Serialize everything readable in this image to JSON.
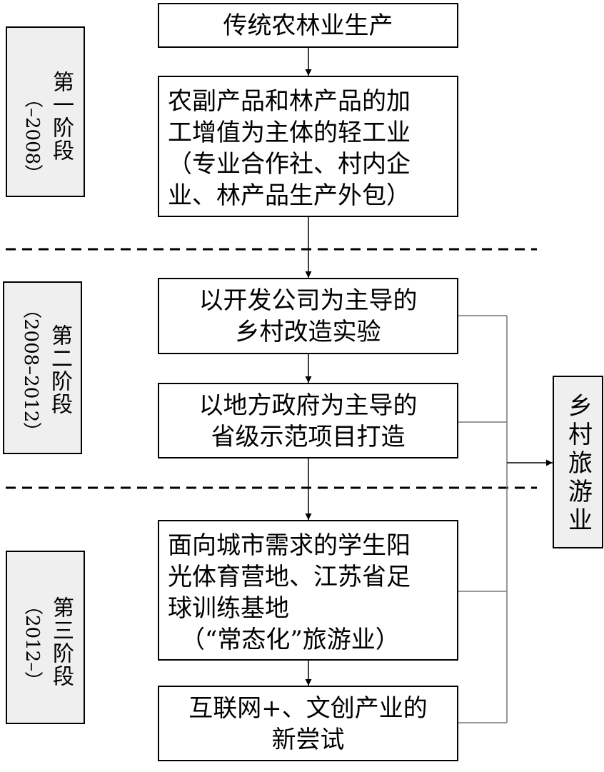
{
  "stages": [
    {
      "title": "第一阶段",
      "range": "（–2008）"
    },
    {
      "title": "第二阶段",
      "range": "（2008–2012）"
    },
    {
      "title": "第三阶段",
      "range": "（2012–）"
    }
  ],
  "nodes": {
    "traditional": {
      "lines": [
        "传统农林业生产"
      ]
    },
    "processing": {
      "lines": [
        "农副产品和林产品的加",
        "工增值为主体的轻工业",
        "（专业合作社、村内企",
        "业、林产品生产外包）"
      ]
    },
    "developer_led": {
      "lines": [
        "以开发公司为主导的",
        "乡村改造实验"
      ]
    },
    "government_led": {
      "lines": [
        "以地方政府为主导的",
        "省级示范项目打造"
      ]
    },
    "urban_demand": {
      "lines": [
        "面向城市需求的学生阳",
        "光体育营地、江苏省足",
        "球训练基地",
        "（“常态化”旅游业）"
      ]
    },
    "internet_plus": {
      "lines": [
        "互联网+、文创产业的",
        "新尝试"
      ]
    }
  },
  "target": {
    "label": "乡村旅游业"
  }
}
